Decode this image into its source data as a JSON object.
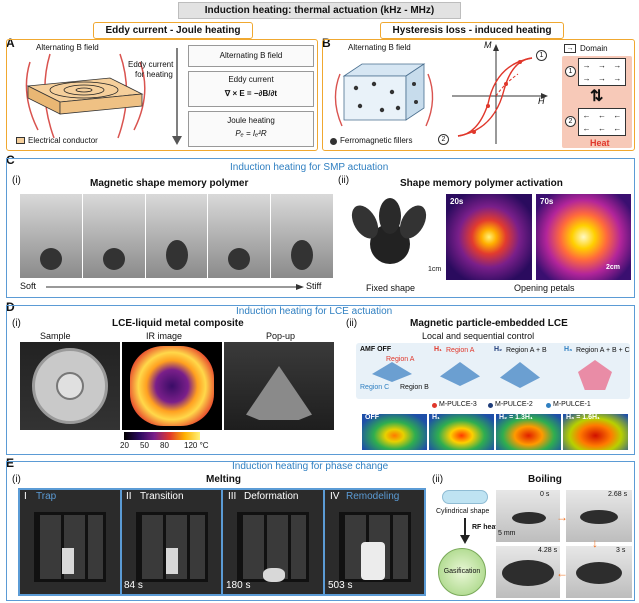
{
  "header": {
    "title": "Induction heating: thermal actuation (kHz - MHz)"
  },
  "panelA": {
    "letter": "A",
    "heading": "Eddy current - Joule heating",
    "b_field_label": "Alternating B field",
    "eddy_label_1": "Eddy current",
    "eddy_label_2": "for heating",
    "conductor_label": "Electrical conductor",
    "box1": "Alternating B field",
    "box2_title": "Eddy current",
    "box2_eq": "∇ × E = −∂B/∂t",
    "box3_title": "Joule heating",
    "box3_eq": "Pₑ = Iₑ²R"
  },
  "panelB": {
    "letter": "B",
    "heading": "Hysteresis loss - induced heating",
    "b_field_label": "Alternating B field",
    "fillers_label": "Ferromagnetic fillers",
    "axis_m": "M",
    "axis_h": "H",
    "point1": "1",
    "point2": "2",
    "domain_label": "Domain",
    "heat_label": "Heat"
  },
  "panelC": {
    "letter": "C",
    "heading": "Induction heating for SMP actuation",
    "sub_i": "(i)",
    "title_i": "Magnetic shape memory polymer",
    "soft": "Soft",
    "stiff": "Stiff",
    "sub_ii": "(ii)",
    "title_ii": "Shape memory polymer activation",
    "time1": "20s",
    "time2": "70s",
    "scale1": "1cm",
    "scale2": "2cm",
    "fixed": "Fixed shape",
    "opening": "Opening petals"
  },
  "panelD": {
    "letter": "D",
    "heading": "Induction heating for LCE actuation",
    "sub_i": "(i)",
    "title_i": "LCE-liquid metal composite",
    "sample": "Sample",
    "ir": "IR image",
    "popup": "Pop-up",
    "colorbar_ticks": [
      "20",
      "50",
      "80",
      "120 °C"
    ],
    "sub_ii": "(ii)",
    "title_ii": "Magnetic particle-embedded LCE",
    "subtitle_ii": "Local and sequential control",
    "amf_off": "AMF OFF",
    "region_a": "Region A",
    "region_b": "Region B",
    "region_c": "Region C",
    "h1": "H₁",
    "h2": "H₂",
    "h3": "H₃",
    "h1_region": "Region A",
    "h2_region": "Region A + B",
    "h3_region": "Region A + B + C",
    "legend": [
      "M-PULCE-3",
      "M-PULCE-2",
      "M-PULCE-1"
    ],
    "ir_labels": [
      "OFF",
      "H₁",
      "H₂ = 1.3H₁",
      "H₃ = 1.6H₁"
    ]
  },
  "panelE": {
    "letter": "E",
    "heading": "Induction heating for phase change",
    "sub_i": "(i)",
    "title_i": "Melting",
    "frames": [
      {
        "num": "I",
        "label": "Trap",
        "time": ""
      },
      {
        "num": "II",
        "label": "Transition",
        "time": "84 s"
      },
      {
        "num": "III",
        "label": "Deformation",
        "time": "180 s"
      },
      {
        "num": "IV",
        "label": "Remodeling",
        "time": "503 s"
      }
    ],
    "sub_ii": "(ii)",
    "title_ii": "Boiling",
    "cyl": "Cylindrical shape",
    "rf": "RF heating",
    "gas": "Gasification",
    "boil_times": [
      "0 s",
      "2.68 s",
      "4.28 s",
      "3 s"
    ],
    "boil_scale": "5 mm"
  },
  "colors": {
    "accent_blue": "#2f7fc1",
    "box_orange": "#f0a830",
    "heat_red": "#e0372b",
    "heat_bg": "#f7c9b8"
  }
}
